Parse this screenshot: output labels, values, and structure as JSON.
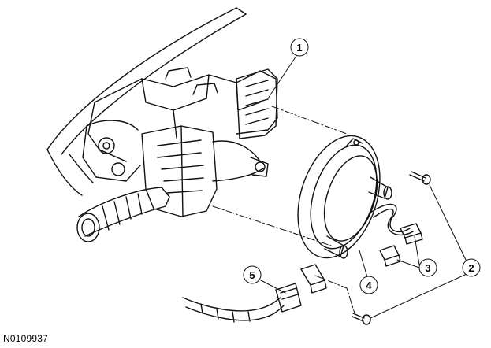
{
  "figure_id": "N0109937",
  "callouts": [
    {
      "number": "1"
    },
    {
      "number": "2"
    },
    {
      "number": "3"
    },
    {
      "number": "4"
    },
    {
      "number": "5"
    }
  ]
}
